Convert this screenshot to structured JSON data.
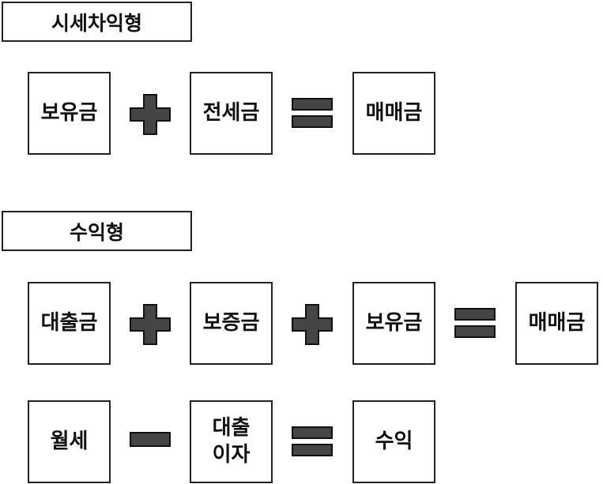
{
  "colors": {
    "operator_fill": "#454545",
    "operator_stroke": "#111111",
    "box_border": "#222222"
  },
  "sections": [
    {
      "title": "시세차익형",
      "rows": [
        {
          "terms": [
            "보유금",
            "전세금"
          ],
          "operators": [
            "plus-icon",
            "equals-icon"
          ],
          "result": "매매금"
        }
      ]
    },
    {
      "title": "수익형",
      "rows": [
        {
          "terms": [
            "대출금",
            "보증금",
            "보유금"
          ],
          "operators": [
            "plus-icon",
            "plus-icon",
            "equals-icon"
          ],
          "result": "매매금"
        },
        {
          "terms": [
            "월세",
            [
              "대출",
              "이자"
            ]
          ],
          "operators": [
            "minus-icon",
            "equals-icon"
          ],
          "result": "수익"
        }
      ]
    }
  ]
}
